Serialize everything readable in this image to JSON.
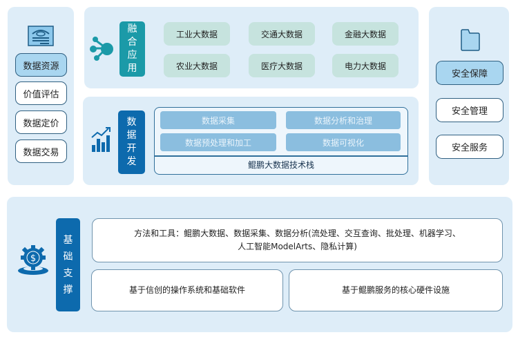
{
  "left": {
    "items": [
      {
        "label": "数据资源"
      },
      {
        "label": "价值评估"
      },
      {
        "label": "数据定价"
      },
      {
        "label": "数据交易"
      }
    ],
    "icon": "data-resource-icon"
  },
  "fusion": {
    "title": "融合应用",
    "chars": [
      "融",
      "合",
      "应",
      "用"
    ],
    "icon": "network-icon",
    "items": [
      "工业大数据",
      "交通大数据",
      "金融大数据",
      "农业大数据",
      "医疗大数据",
      "电力大数据"
    ]
  },
  "develop": {
    "chars": [
      "数",
      "据",
      "开",
      "发"
    ],
    "icon": "bar-chart-icon",
    "cells": [
      "数据采集",
      "数据分析和治理",
      "数据预处理和加工",
      "数据可视化"
    ],
    "stack_label": "鲲鹏大数据技术栈"
  },
  "security": {
    "icon": "folder-icon",
    "items": [
      {
        "label": "安全保障"
      },
      {
        "label": "安全管理"
      },
      {
        "label": "安全服务"
      }
    ]
  },
  "foundation": {
    "chars": [
      "基",
      "础",
      "支",
      "撑"
    ],
    "icon": "gear-dollar-icon",
    "methods_line1": "方法和工具：鲲鹏大数据、数据采集、数据分析(流处理、交互查询、批处理、机器学习、",
    "methods_line2": "人工智能ModelArts、隐私计算)",
    "software": "基于信创的操作系统和基础软件",
    "hardware": "基于鲲鹏服务的核心硬件设施"
  },
  "colors": {
    "panel": "#deedf8",
    "teal": "#1b9aa8",
    "blue": "#0d6aad",
    "selected": "#a9d6f0"
  }
}
